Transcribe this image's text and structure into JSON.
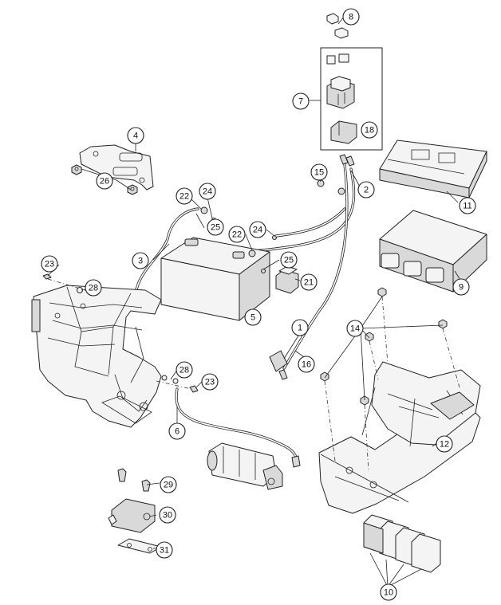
{
  "callouts": [
    {
      "id": "c8",
      "label": "8"
    },
    {
      "id": "c7",
      "label": "7"
    },
    {
      "id": "c18",
      "label": "18"
    },
    {
      "id": "c4",
      "label": "4"
    },
    {
      "id": "c26",
      "label": "26"
    },
    {
      "id": "c15",
      "label": "15"
    },
    {
      "id": "c2",
      "label": "2"
    },
    {
      "id": "c11",
      "label": "11"
    },
    {
      "id": "c22a",
      "label": "22"
    },
    {
      "id": "c24a",
      "label": "24"
    },
    {
      "id": "c25a",
      "label": "25"
    },
    {
      "id": "c22b",
      "label": "22"
    },
    {
      "id": "c24b",
      "label": "24"
    },
    {
      "id": "c3",
      "label": "3"
    },
    {
      "id": "c25b",
      "label": "25"
    },
    {
      "id": "c21",
      "label": "21"
    },
    {
      "id": "c23a",
      "label": "23"
    },
    {
      "id": "c28a",
      "label": "28"
    },
    {
      "id": "c5",
      "label": "5"
    },
    {
      "id": "c9",
      "label": "9"
    },
    {
      "id": "c1",
      "label": "1"
    },
    {
      "id": "c14",
      "label": "14"
    },
    {
      "id": "c16",
      "label": "16"
    },
    {
      "id": "c28b",
      "label": "28"
    },
    {
      "id": "c23b",
      "label": "23"
    },
    {
      "id": "c6",
      "label": "6"
    },
    {
      "id": "c12",
      "label": "12"
    },
    {
      "id": "c29",
      "label": "29"
    },
    {
      "id": "c30",
      "label": "30"
    },
    {
      "id": "c31",
      "label": "31"
    },
    {
      "id": "c10",
      "label": "10"
    }
  ]
}
